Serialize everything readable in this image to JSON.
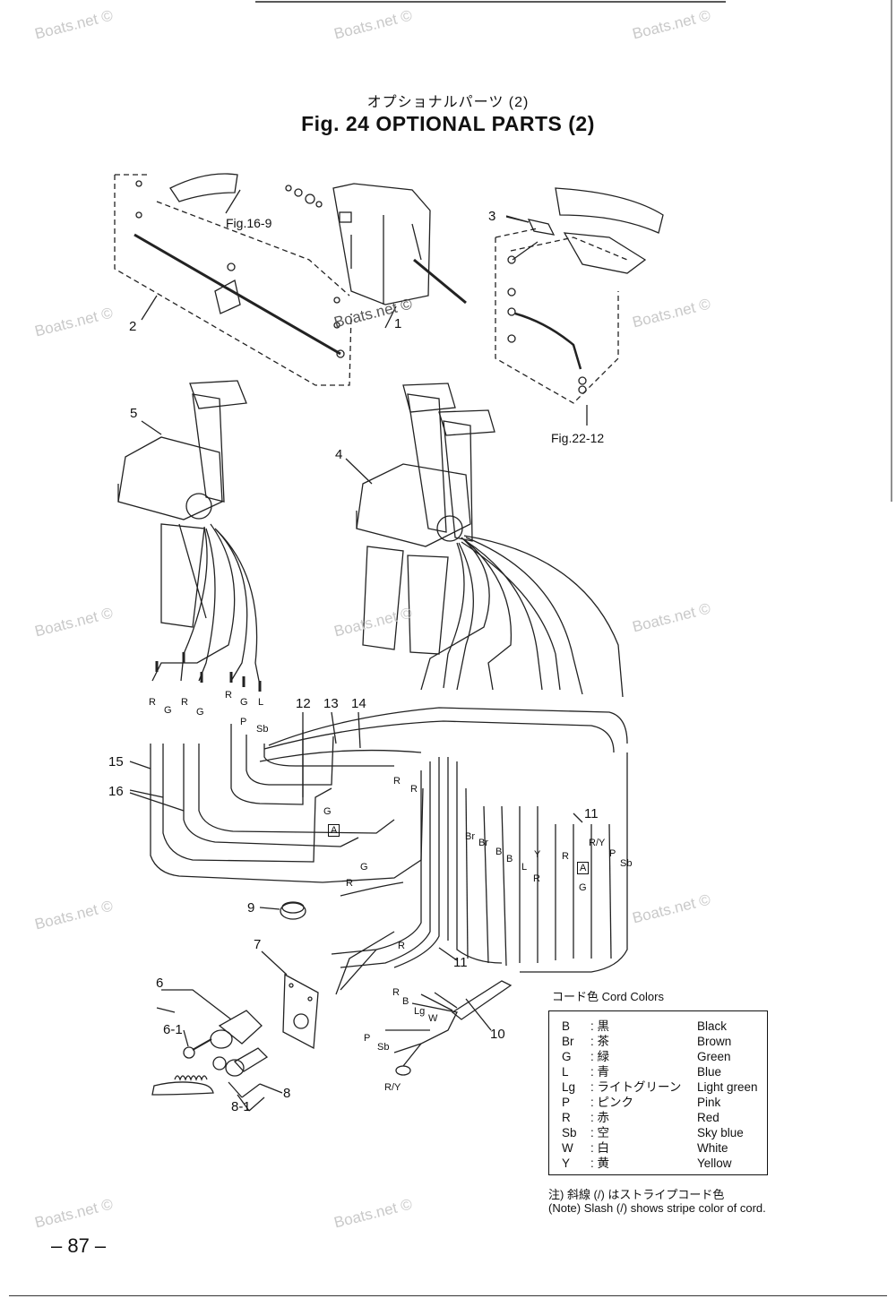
{
  "subtitle_jp": "オプショナルパーツ (2)",
  "title": "Fig. 24   OPTIONAL PARTS   (2)",
  "figure_refs": [
    "Fig.16-9",
    "Fig.22-12"
  ],
  "callouts": [
    "2",
    "1",
    "3",
    "5",
    "4",
    "12",
    "13",
    "14",
    "15",
    "16",
    "11",
    "9",
    "7",
    "11",
    "6",
    "6-1",
    "10",
    "8",
    "8-1"
  ],
  "wire_labels": [
    "R",
    "G",
    "R",
    "G",
    "R",
    "G",
    "L",
    "P",
    "Sb",
    "R",
    "R",
    "G",
    "A",
    "Br",
    "Br",
    "B",
    "B",
    "L",
    "Y",
    "R",
    "R",
    "A",
    "G",
    "R/Y",
    "P",
    "Sb",
    "G",
    "R",
    "R",
    "R",
    "B",
    "Lg",
    "W",
    "P",
    "Sb",
    "R/Y"
  ],
  "legend": {
    "caption": "コード色   Cord Colors",
    "rows": [
      {
        "code": "B",
        "jp": ": 黒",
        "en": "Black"
      },
      {
        "code": "Br",
        "jp": ": 茶",
        "en": "Brown"
      },
      {
        "code": "G",
        "jp": ": 緑",
        "en": "Green"
      },
      {
        "code": "L",
        "jp": ": 青",
        "en": "Blue"
      },
      {
        "code": "Lg",
        "jp": ": ライトグリーン",
        "en": "Light green"
      },
      {
        "code": "P",
        "jp": ": ピンク",
        "en": "Pink"
      },
      {
        "code": "R",
        "jp": ": 赤",
        "en": "Red"
      },
      {
        "code": "Sb",
        "jp": ": 空",
        "en": "Sky blue"
      },
      {
        "code": "W",
        "jp": ": 白",
        "en": "White"
      },
      {
        "code": "Y",
        "jp": ": 黄",
        "en": "Yellow"
      }
    ]
  },
  "notes": {
    "jp": "注) 斜線 (/) はストライプコード色",
    "en": "(Note)  Slash (/) shows stripe color of cord."
  },
  "page_number": "– 87 –",
  "watermark": "Boats.net ©"
}
